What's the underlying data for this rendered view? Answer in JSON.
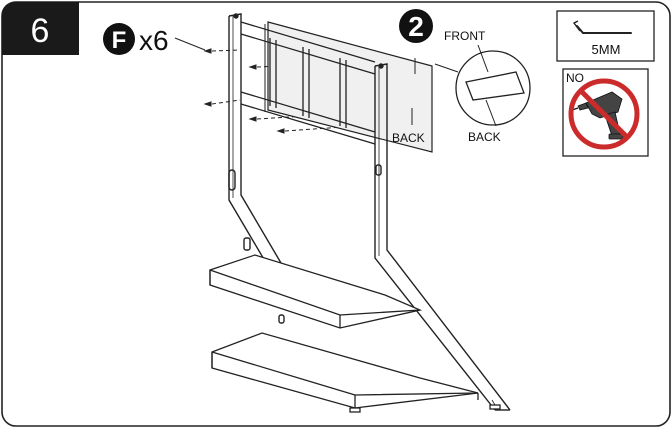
{
  "step": {
    "number": "6"
  },
  "hardware": {
    "part_letter": "F",
    "quantity": "x6"
  },
  "panel": {
    "callout_number": "2",
    "detail": {
      "front_label": "FRONT",
      "back_label": "BACK"
    },
    "back_label": "BACK"
  },
  "tools": {
    "allen_key": {
      "label": "5MM",
      "icon": "hex-key-icon"
    },
    "no_power_tools": {
      "label": "NO",
      "icon": "power-drill-prohibited-icon",
      "color": "#cc2b2b"
    }
  },
  "colors": {
    "line": "#222222",
    "step_badge": "#1a1a1a",
    "panel_fill": "#f2f2f2",
    "prohibit": "#cc2b2b"
  }
}
